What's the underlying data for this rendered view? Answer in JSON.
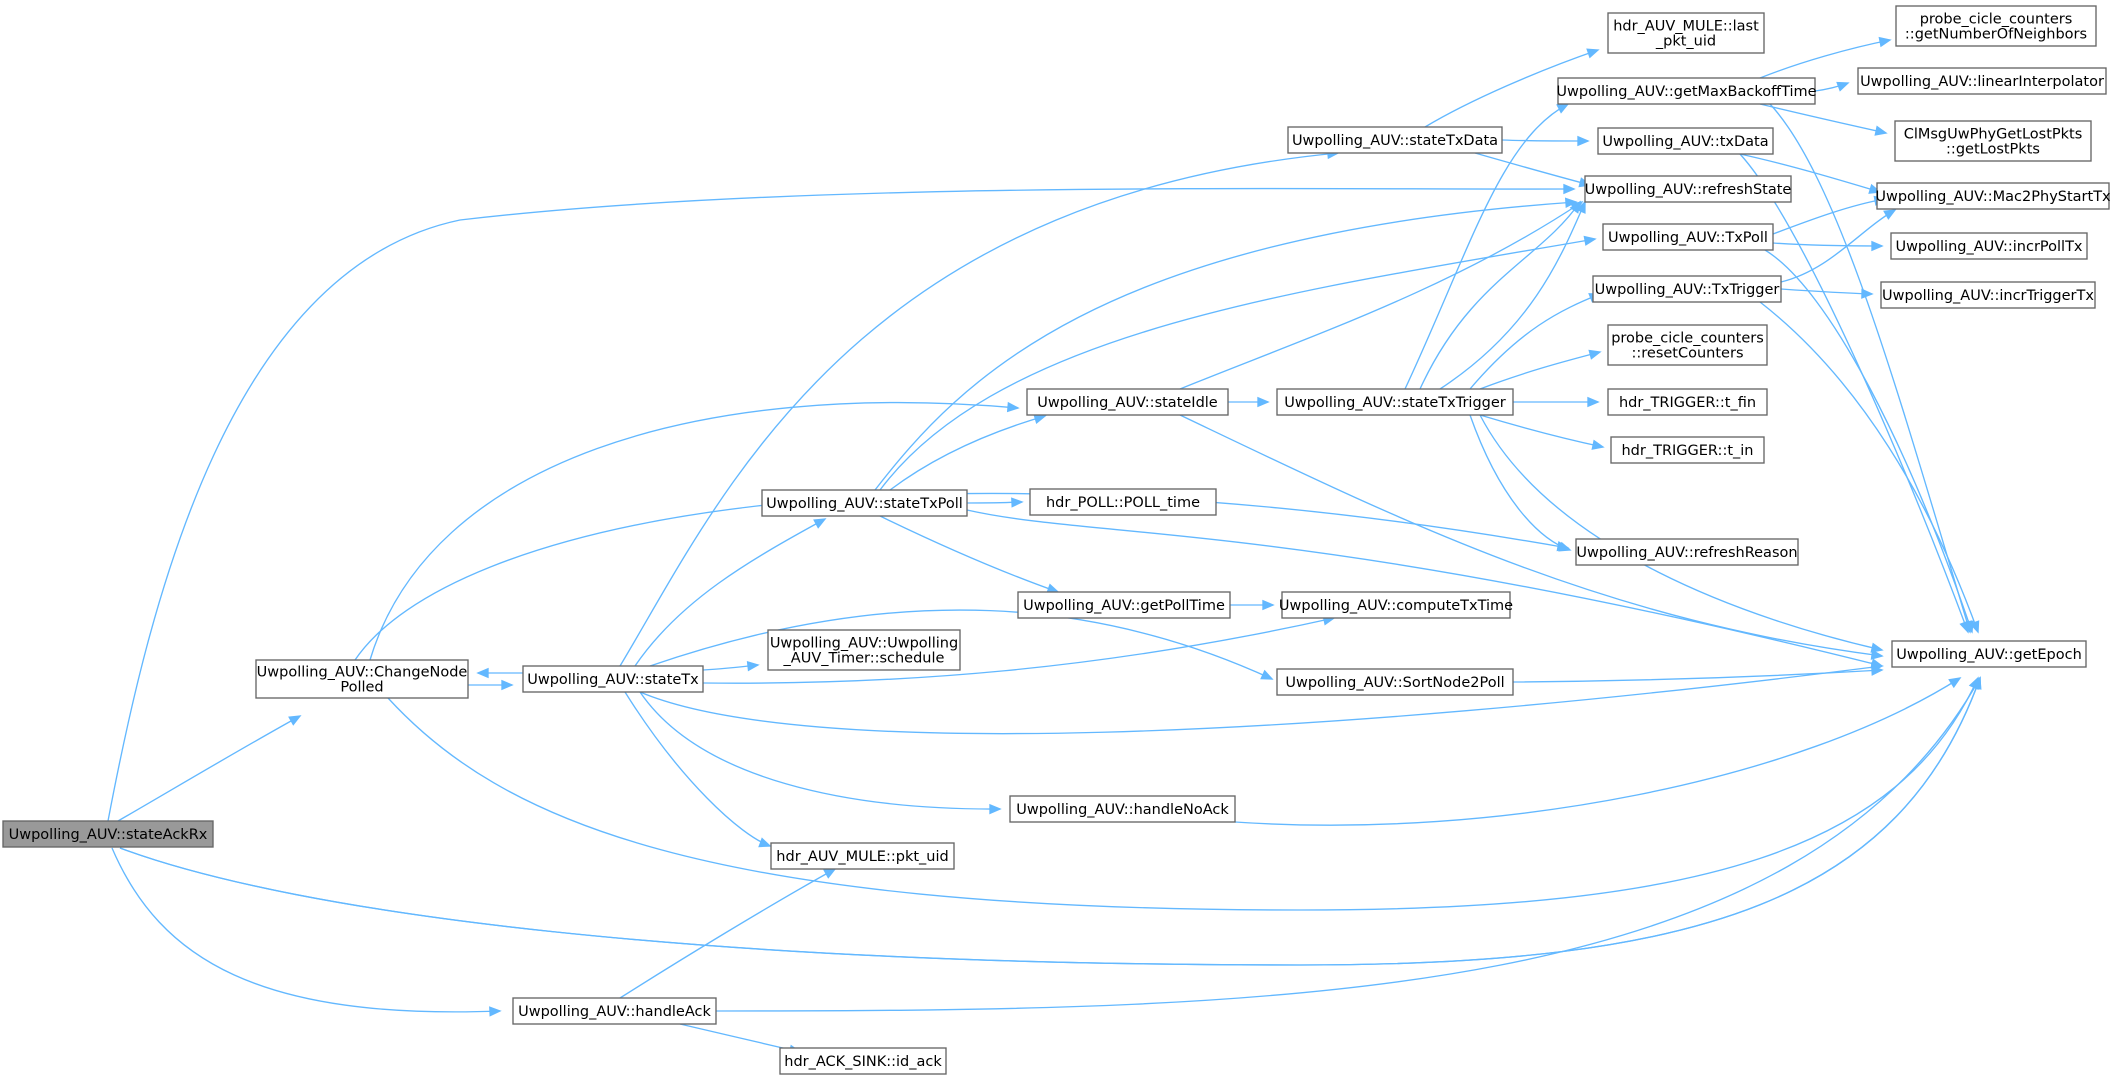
{
  "nodes": [
    {
      "id": "stateAckRx",
      "lines": [
        "Uwpolling_AUV::stateAckRx"
      ],
      "root": true
    },
    {
      "id": "ChangeNodePolled",
      "lines": [
        "Uwpolling_AUV::ChangeNode",
        "Polled"
      ]
    },
    {
      "id": "stateTx",
      "lines": [
        "Uwpolling_AUV::stateTx"
      ]
    },
    {
      "id": "handleAck",
      "lines": [
        "Uwpolling_AUV::handleAck"
      ]
    },
    {
      "id": "stateTxPoll",
      "lines": [
        "Uwpolling_AUV::stateTxPoll"
      ]
    },
    {
      "id": "timerSchedule",
      "lines": [
        "Uwpolling_AUV::Uwpolling",
        "_AUV_Timer::schedule"
      ]
    },
    {
      "id": "pkt_uid",
      "lines": [
        "hdr_AUV_MULE::pkt_uid"
      ]
    },
    {
      "id": "id_ack",
      "lines": [
        "hdr_ACK_SINK::id_ack"
      ]
    },
    {
      "id": "stateIdle",
      "lines": [
        "Uwpolling_AUV::stateIdle"
      ]
    },
    {
      "id": "POLL_time",
      "lines": [
        "hdr_POLL::POLL_time"
      ]
    },
    {
      "id": "getPollTime",
      "lines": [
        "Uwpolling_AUV::getPollTime"
      ]
    },
    {
      "id": "handleNoAck",
      "lines": [
        "Uwpolling_AUV::handleNoAck"
      ]
    },
    {
      "id": "stateTxData",
      "lines": [
        "Uwpolling_AUV::stateTxData"
      ]
    },
    {
      "id": "stateTxTrigger",
      "lines": [
        "Uwpolling_AUV::stateTxTrigger"
      ]
    },
    {
      "id": "computeTxTime",
      "lines": [
        "Uwpolling_AUV::computeTxTime"
      ]
    },
    {
      "id": "SortNode2Poll",
      "lines": [
        "Uwpolling_AUV::SortNode2Poll"
      ]
    },
    {
      "id": "last_pkt_uid",
      "lines": [
        "hdr_AUV_MULE::last",
        "_pkt_uid"
      ]
    },
    {
      "id": "getMaxBackoffTime",
      "lines": [
        "Uwpolling_AUV::getMaxBackoffTime"
      ]
    },
    {
      "id": "txData",
      "lines": [
        "Uwpolling_AUV::txData"
      ]
    },
    {
      "id": "refreshState",
      "lines": [
        "Uwpolling_AUV::refreshState"
      ]
    },
    {
      "id": "TxPoll",
      "lines": [
        "Uwpolling_AUV::TxPoll"
      ]
    },
    {
      "id": "TxTrigger",
      "lines": [
        "Uwpolling_AUV::TxTrigger"
      ]
    },
    {
      "id": "resetCounters",
      "lines": [
        "probe_cicle_counters",
        "::resetCounters"
      ]
    },
    {
      "id": "t_fin",
      "lines": [
        "hdr_TRIGGER::t_fin"
      ]
    },
    {
      "id": "t_in",
      "lines": [
        "hdr_TRIGGER::t_in"
      ]
    },
    {
      "id": "refreshReason",
      "lines": [
        "Uwpolling_AUV::refreshReason"
      ]
    },
    {
      "id": "getNumberOfNeighbors",
      "lines": [
        "probe_cicle_counters",
        "::getNumberOfNeighbors"
      ]
    },
    {
      "id": "linearInterpolator",
      "lines": [
        "Uwpolling_AUV::linearInterpolator"
      ]
    },
    {
      "id": "getLostPkts",
      "lines": [
        "ClMsgUwPhyGetLostPkts",
        "::getLostPkts"
      ]
    },
    {
      "id": "Mac2PhyStartTx",
      "lines": [
        "Uwpolling_AUV::Mac2PhyStartTx"
      ]
    },
    {
      "id": "incrPollTx",
      "lines": [
        "Uwpolling_AUV::incrPollTx"
      ]
    },
    {
      "id": "incrTriggerTx",
      "lines": [
        "Uwpolling_AUV::incrTriggerTx"
      ]
    },
    {
      "id": "getEpoch",
      "lines": [
        "Uwpolling_AUV::getEpoch"
      ]
    }
  ],
  "edges": [
    [
      "stateAckRx",
      "ChangeNodePolled"
    ],
    [
      "stateAckRx",
      "refreshState"
    ],
    [
      "stateAckRx",
      "getEpoch"
    ],
    [
      "stateAckRx",
      "getEpoch"
    ],
    [
      "stateAckRx",
      "handleAck"
    ],
    [
      "ChangeNodePolled",
      "stateTx"
    ],
    [
      "ChangeNodePolled",
      "stateIdle"
    ],
    [
      "ChangeNodePolled",
      "refreshReason"
    ],
    [
      "ChangeNodePolled",
      "getEpoch"
    ],
    [
      "stateTx",
      "ChangeNodePolled"
    ],
    [
      "stateTx",
      "stateTxData"
    ],
    [
      "stateTx",
      "stateTxPoll"
    ],
    [
      "stateTx",
      "timerSchedule"
    ],
    [
      "stateTx",
      "computeTxTime"
    ],
    [
      "stateTx",
      "SortNode2Poll"
    ],
    [
      "stateTx",
      "getEpoch"
    ],
    [
      "stateTx",
      "handleNoAck"
    ],
    [
      "stateTx",
      "pkt_uid"
    ],
    [
      "handleAck",
      "pkt_uid"
    ],
    [
      "handleAck",
      "id_ack"
    ],
    [
      "handleAck",
      "getEpoch"
    ],
    [
      "stateTxPoll",
      "refreshState"
    ],
    [
      "stateTxPoll",
      "TxPoll"
    ],
    [
      "stateTxPoll",
      "stateIdle"
    ],
    [
      "stateTxPoll",
      "POLL_time"
    ],
    [
      "stateTxPoll",
      "getPollTime"
    ],
    [
      "stateTxPoll",
      "getEpoch"
    ],
    [
      "stateIdle",
      "stateTxTrigger"
    ],
    [
      "stateIdle",
      "refreshState"
    ],
    [
      "stateIdle",
      "getEpoch"
    ],
    [
      "getPollTime",
      "computeTxTime"
    ],
    [
      "handleNoAck",
      "getEpoch"
    ],
    [
      "SortNode2Poll",
      "getEpoch"
    ],
    [
      "stateTxData",
      "last_pkt_uid"
    ],
    [
      "stateTxData",
      "txData"
    ],
    [
      "stateTxData",
      "refreshState"
    ],
    [
      "stateTxTrigger",
      "getMaxBackoffTime"
    ],
    [
      "stateTxTrigger",
      "refreshState"
    ],
    [
      "stateTxTrigger",
      "refreshState"
    ],
    [
      "stateTxTrigger",
      "TxTrigger"
    ],
    [
      "stateTxTrigger",
      "resetCounters"
    ],
    [
      "stateTxTrigger",
      "t_fin"
    ],
    [
      "stateTxTrigger",
      "t_in"
    ],
    [
      "stateTxTrigger",
      "refreshReason"
    ],
    [
      "stateTxTrigger",
      "getEpoch"
    ],
    [
      "getMaxBackoffTime",
      "getNumberOfNeighbors"
    ],
    [
      "getMaxBackoffTime",
      "linearInterpolator"
    ],
    [
      "getMaxBackoffTime",
      "getLostPkts"
    ],
    [
      "getMaxBackoffTime",
      "getEpoch"
    ],
    [
      "txData",
      "Mac2PhyStartTx"
    ],
    [
      "txData",
      "getEpoch"
    ],
    [
      "TxPoll",
      "Mac2PhyStartTx"
    ],
    [
      "TxPoll",
      "incrPollTx"
    ],
    [
      "TxPoll",
      "getEpoch"
    ],
    [
      "TxTrigger",
      "Mac2PhyStartTx"
    ],
    [
      "TxTrigger",
      "incrTriggerTx"
    ],
    [
      "TxTrigger",
      "getEpoch"
    ]
  ]
}
